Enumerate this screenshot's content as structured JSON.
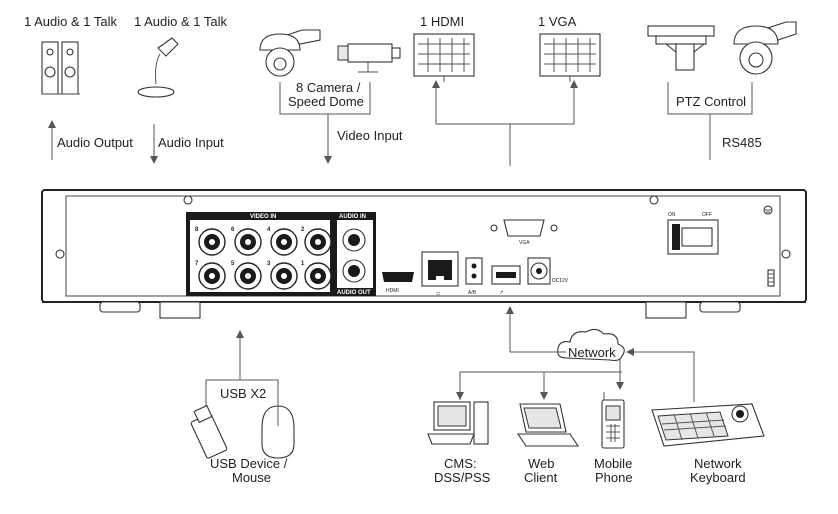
{
  "top_labels": {
    "audio_output_device": "1 Audio & 1 Talk",
    "audio_input_device": "1 Audio & 1 Talk",
    "camera": "8 Camera /",
    "camera_line2": "Speed Dome",
    "hdmi": "1 HDMI",
    "vga": "1 VGA",
    "ptz": "PTZ Control"
  },
  "connection_labels": {
    "audio_output": "Audio  Output",
    "audio_input": "Audio  Input",
    "video_input": "Video Input",
    "rs485": "RS485",
    "usb": "USB X2",
    "network": "Network"
  },
  "panel": {
    "video_in": "VIDEO IN",
    "audio_in": "AUDIO IN",
    "audio_out": "AUDIO OUT",
    "vga_port": "VGA",
    "hdmi_port": "HDMI",
    "ab_port": "A/B",
    "power_label": "DC12V",
    "switch_on": "ON",
    "switch_off": "OFF",
    "bnc_numbers": [
      "8",
      "6",
      "4",
      "2",
      "7",
      "5",
      "3",
      "1"
    ]
  },
  "bottom_labels": {
    "usb_device": "USB Device /",
    "usb_device_line2": "Mouse",
    "cms": "CMS:",
    "cms_line2": "DSS/PSS",
    "web": "Web",
    "web_line2": "Client",
    "mobile": "Mobile",
    "mobile_line2": "Phone",
    "keyboard": "Network",
    "keyboard_line2": "Keyboard"
  }
}
